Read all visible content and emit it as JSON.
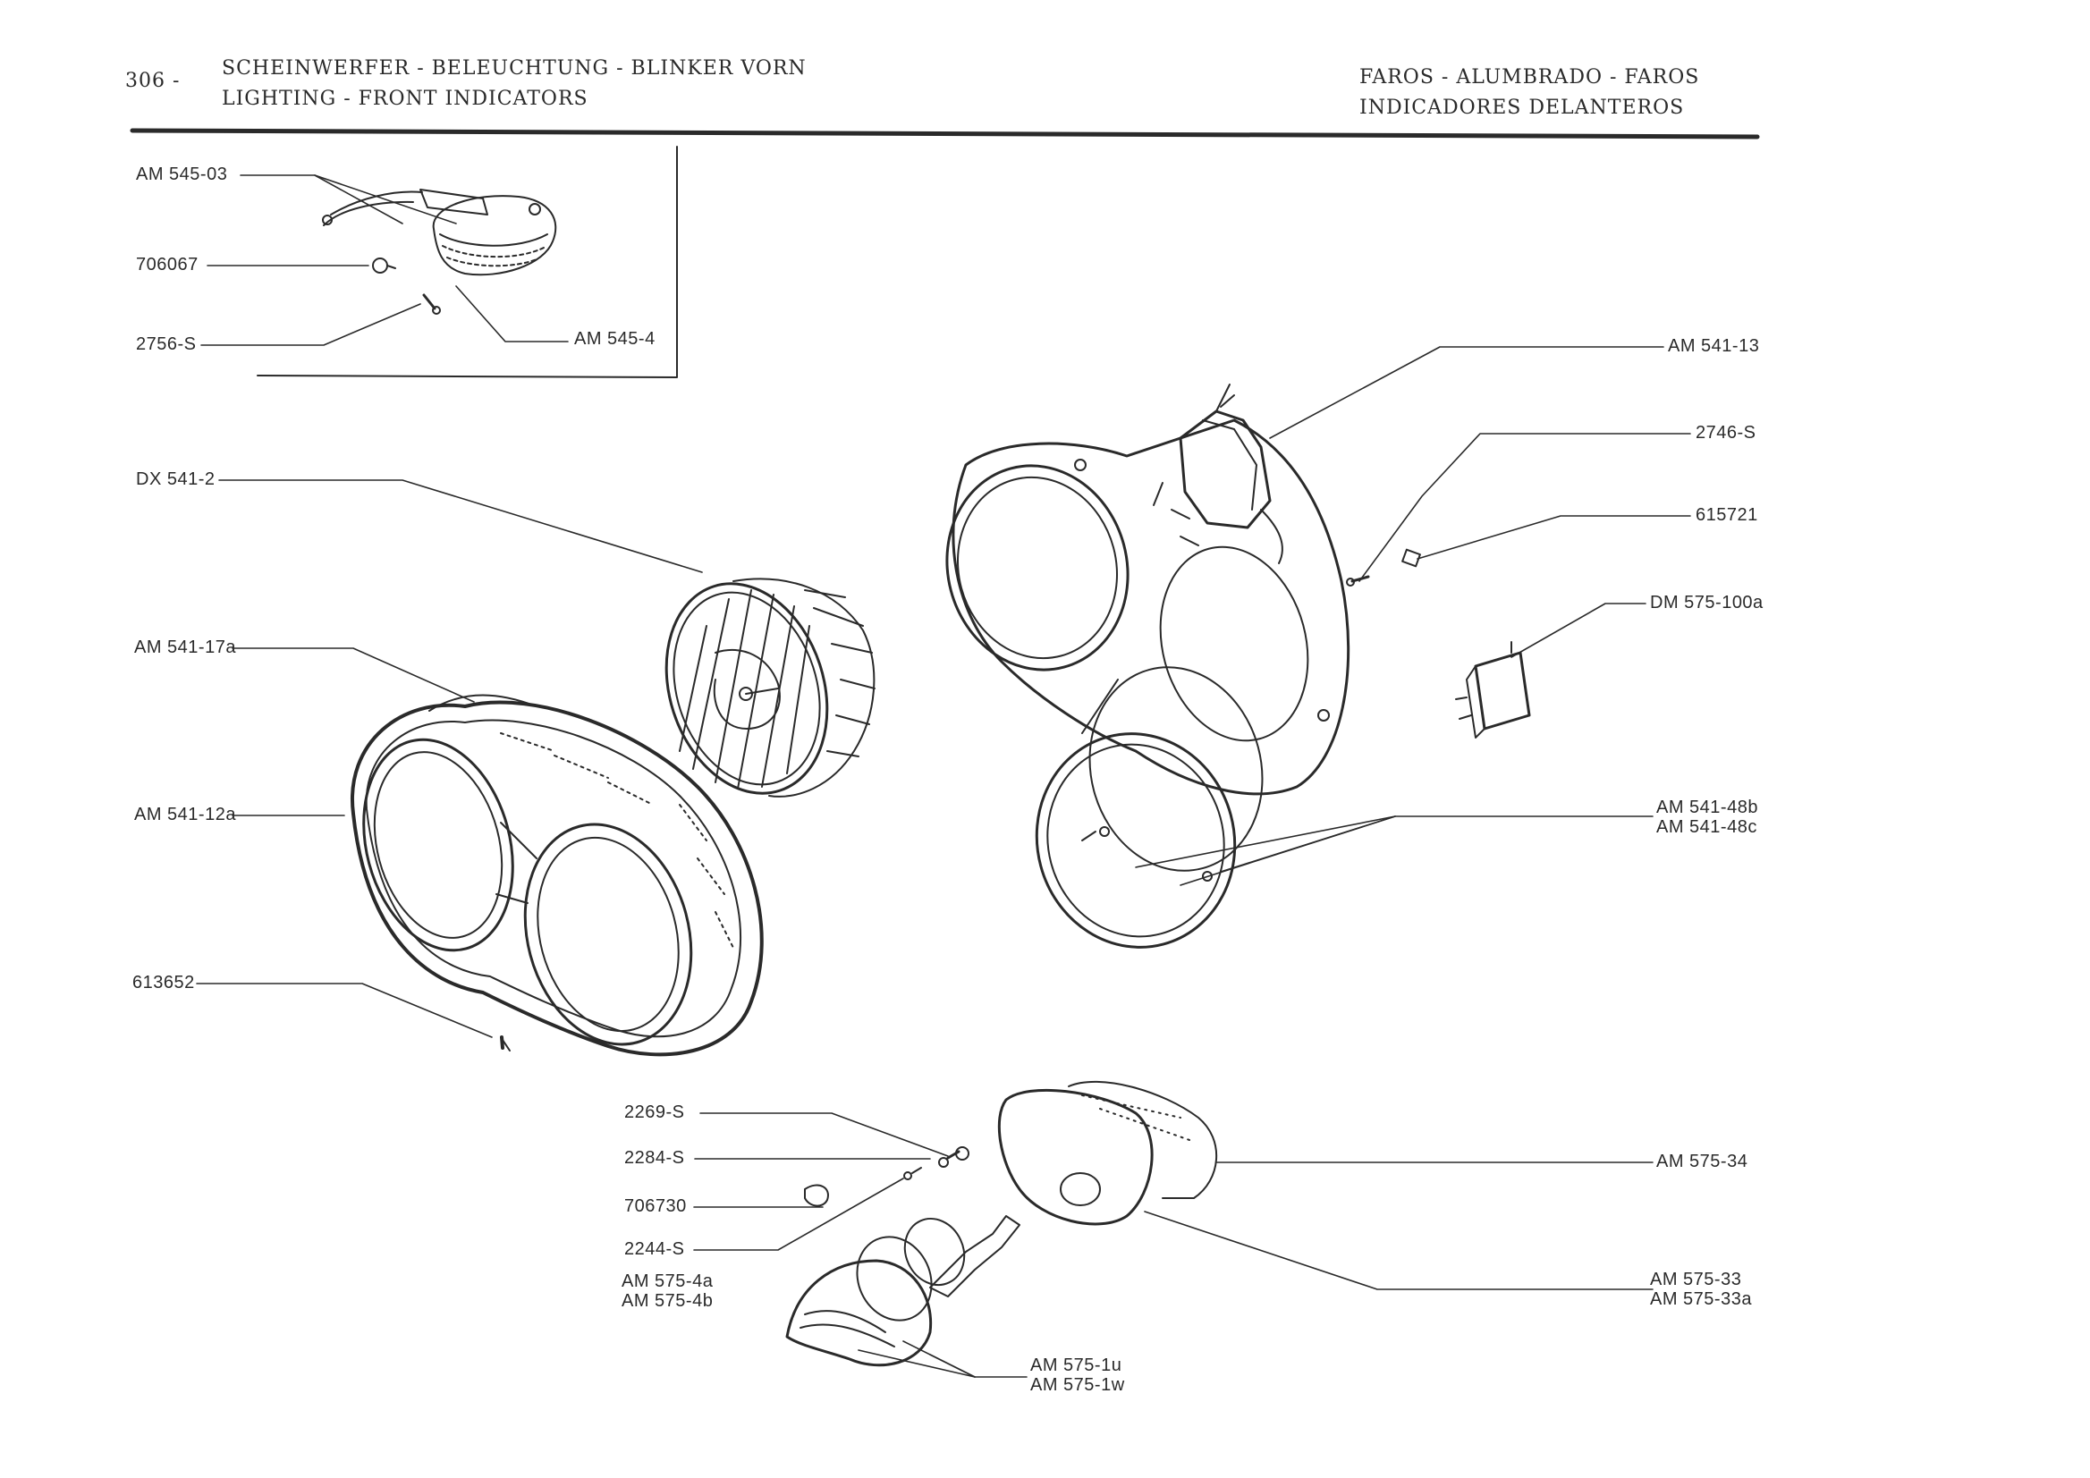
{
  "header": {
    "page_number": "306 -",
    "german_line": "SCHEINWERFER - BELEUCHTUNG - BLINKER VORN",
    "english_line": "LIGHTING - FRONT INDICATORS",
    "spanish_line1": "FAROS - ALUMBRADO - FAROS",
    "spanish_line2": "INDICADORES DELANTEROS"
  },
  "parts": {
    "am545_03": "AM 545-03",
    "p706067": "706067",
    "p2756s": "2756-S",
    "am545_4": "AM 545-4",
    "dx541_2": "DX 541-2",
    "am541_17a": "AM 541-17a",
    "am541_12a": "AM 541-12a",
    "p613652": "613652",
    "am541_13": "AM 541-13",
    "p2746s": "2746-S",
    "p615721": "615721",
    "dm575_100a": "DM 575-100a",
    "am541_48b": "AM 541-48b",
    "am541_48c": "AM 541-48c",
    "p2269s": "2269-S",
    "p2284s": "2284-S",
    "p706730": "706730",
    "p2244s": "2244-S",
    "am575_4a": "AM 575-4a",
    "am575_4b": "AM 575-4b",
    "am575_34": "AM 575-34",
    "am575_33": "AM 575-33",
    "am575_33a": "AM 575-33a",
    "am575_1u": "AM 575-1u",
    "am575_1w": "AM 575-1w"
  },
  "colors": {
    "ink": "#2a2a2a",
    "paper": "#ffffff"
  }
}
